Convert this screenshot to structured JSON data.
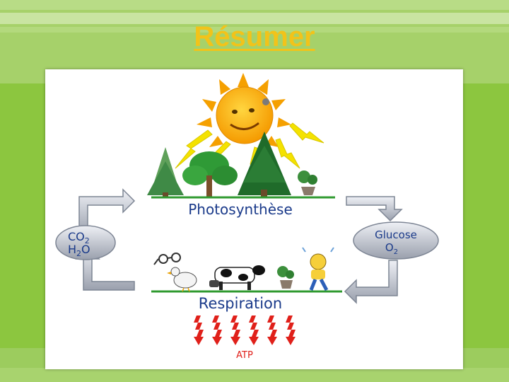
{
  "slide": {
    "title": "Résumer"
  },
  "diagram": {
    "top_label": "Photosynthèse",
    "bottom_label": "Respiration",
    "left_bubble": {
      "line1": "CO",
      "sub1": "2",
      "line2_a": "H",
      "sub2": "2",
      "line2_b": "O"
    },
    "right_bubble": {
      "line1": "Glucose",
      "line2": "O",
      "sub2": "2"
    },
    "output_label": "ATP",
    "colors": {
      "title": "#f2c31a",
      "sun": "#f5a000",
      "ray": "#f4e200",
      "heat_arrow": "#e0201a",
      "label": "#1a3a8a",
      "ground": "#2f9a2f",
      "frame_arrow": "#9aa4b4",
      "atp": "#e0201a"
    },
    "icons": [
      "sun-icon",
      "tree-icon",
      "potted-plant-icon",
      "chicken-icon",
      "cow-icon",
      "person-icon",
      "glasses-icon"
    ]
  }
}
